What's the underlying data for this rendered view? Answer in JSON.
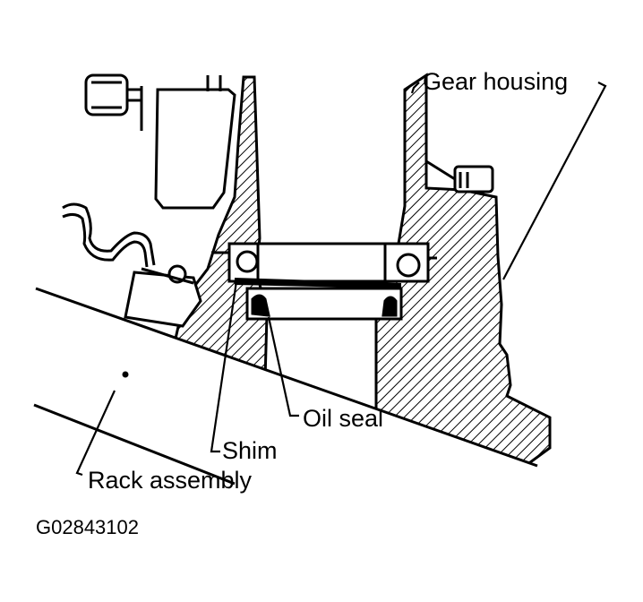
{
  "labels": {
    "gear_housing": "Gear housing",
    "oil_seal": "Oil seal",
    "shim": "Shim",
    "rack_assembly": "Rack assembly"
  },
  "figure_id": "G02843102",
  "colors": {
    "ink": "#000000",
    "paper": "#ffffff"
  }
}
